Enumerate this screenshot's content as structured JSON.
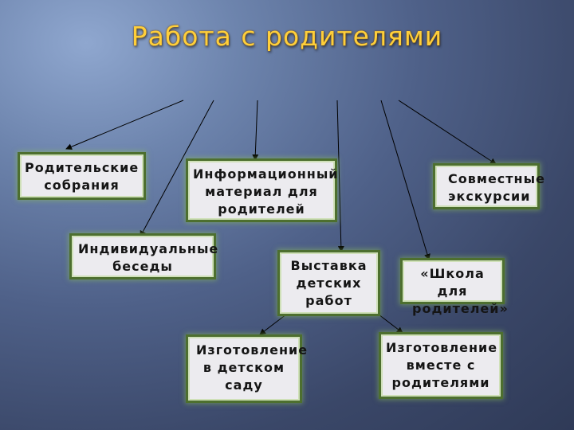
{
  "slide": {
    "title": "Работа с родителями"
  },
  "boxes": {
    "meetings": "Родительские собрания",
    "info": "Информационный материал для родителей",
    "excursions": "Совместные экскурсии",
    "talks": "Индивидуальные беседы",
    "exhibition": "Выставка детских работ",
    "school": "«Школа для родителей»",
    "kindergarten": "Изготовление в детском саду",
    "with_parents": "Изготовление вместе с родителями"
  }
}
